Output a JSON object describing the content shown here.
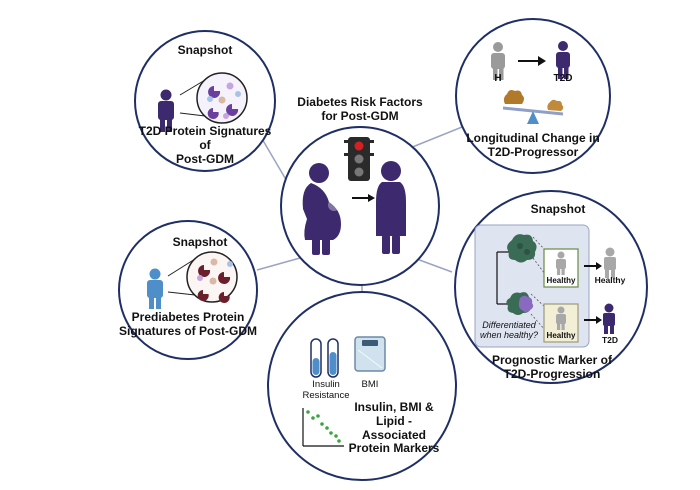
{
  "center": {
    "title_line1": "Diabetes Risk Factors",
    "title_line2": "for Post-GDM"
  },
  "top_left": {
    "snapshot": "Snapshot",
    "title_line1": "T2D Protein Signatures of",
    "title_line2": "Post-GDM"
  },
  "top_right": {
    "h_label": "H",
    "t2d_label": "T2D",
    "title_line1": "Longitudinal Change in",
    "title_line2": "T2D-Progressor"
  },
  "mid_left": {
    "snapshot": "Snapshot",
    "title_line1": "Prediabetes Protein",
    "title_line2": "Signatures of Post-GDM"
  },
  "right": {
    "snapshot": "Snapshot",
    "healthy_box_top": "Healthy",
    "healthy_box_bottom": "Healthy",
    "outcome_top": "Healthy",
    "outcome_bottom": "T2D",
    "question_line1": "Differentiated",
    "question_line2": "when healthy?",
    "title_line1": "Prognostic Marker of",
    "title_line2": "T2D-Progression"
  },
  "bottom": {
    "insulin_line1": "Insulin",
    "insulin_line2": "Resistance",
    "bmi": "BMI",
    "title_line1": "Insulin, BMI &",
    "title_line2": "Lipid -",
    "title_line3": "Associated",
    "title_line4": "Protein Markers"
  },
  "colors": {
    "circle_border": "#1f2f66",
    "connector": "#9aa3c4",
    "figure_purple": "#3d2a6e",
    "figure_grey": "#9a9a9a",
    "figure_blue": "#4f8fc9",
    "protein_purple": "#6a3fa0",
    "protein_maroon": "#6b1f2a",
    "panel_bg": "#dfe4f1",
    "scatter_green": "#3aa640",
    "seesaw_brown": "#b07a2a",
    "traffic_red": "#d62020"
  }
}
